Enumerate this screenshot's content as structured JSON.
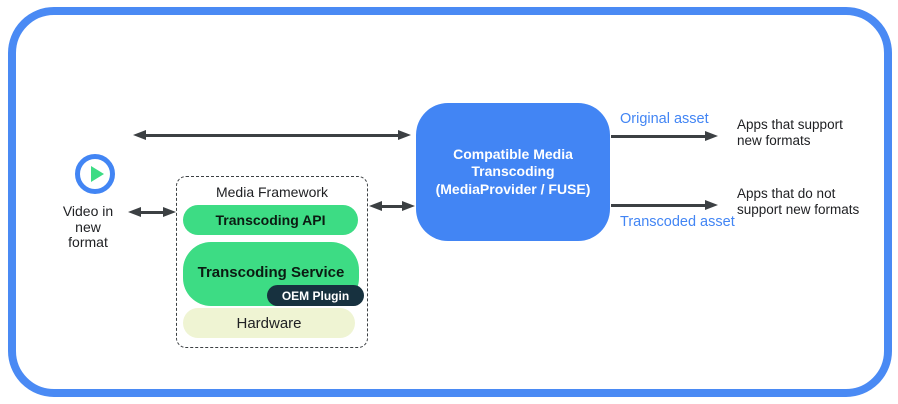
{
  "colors": {
    "accent_blue": "#4285F4",
    "android_green": "#3DDC84",
    "plugin_navy": "#17313F",
    "hardware_pale": "#EFF4D3",
    "arrow_gray": "#3C4043"
  },
  "source": {
    "caption": "Video in\nnew\nformat"
  },
  "media_framework": {
    "title": "Media Framework",
    "layers": {
      "api": "Transcoding API",
      "service": "Transcoding Service",
      "plugin": "OEM Plugin",
      "hardware": "Hardware"
    }
  },
  "transcoder": {
    "title": "Compatible Media\nTranscoding\n(MediaProvider / FUSE)"
  },
  "outputs": {
    "original": {
      "label": "Original asset",
      "target": "Apps that support\nnew formats"
    },
    "transcoded": {
      "label": "Transcoded asset",
      "target": "Apps that do not\nsupport new formats"
    }
  }
}
